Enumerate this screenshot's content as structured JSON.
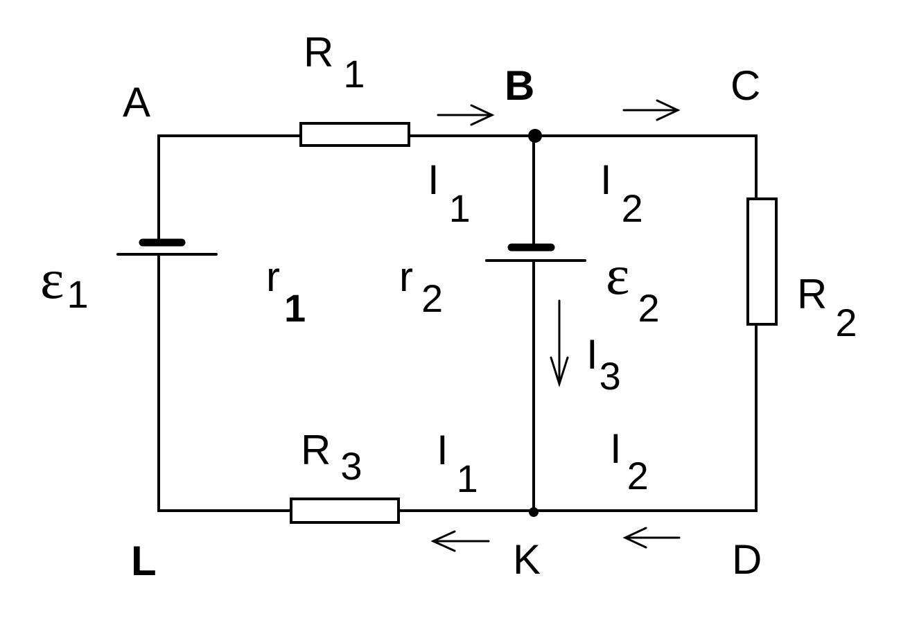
{
  "nodes": {
    "a": "A",
    "b": "B",
    "c": "C",
    "d": "D",
    "k": "K",
    "l": "L"
  },
  "components": {
    "r1": {
      "symbol": "R",
      "sub": "1"
    },
    "r2": {
      "symbol": "R",
      "sub": "2"
    },
    "r3": {
      "symbol": "R",
      "sub": "3"
    },
    "emf1": {
      "symbol": "ε",
      "sub": "1"
    },
    "emf2": {
      "symbol": "ε",
      "sub": "2"
    },
    "internal1": {
      "symbol": "r",
      "sub": "1"
    },
    "internal2": {
      "symbol": "r",
      "sub": "2"
    }
  },
  "currents": {
    "i1_top": {
      "symbol": "I",
      "sub": "1"
    },
    "i2_top": {
      "symbol": "I",
      "sub": "2"
    },
    "i3": {
      "symbol": "I",
      "sub": "3"
    },
    "i1_bottom": {
      "symbol": "I",
      "sub": "1"
    },
    "i2_bottom": {
      "symbol": "I",
      "sub": "2"
    }
  }
}
